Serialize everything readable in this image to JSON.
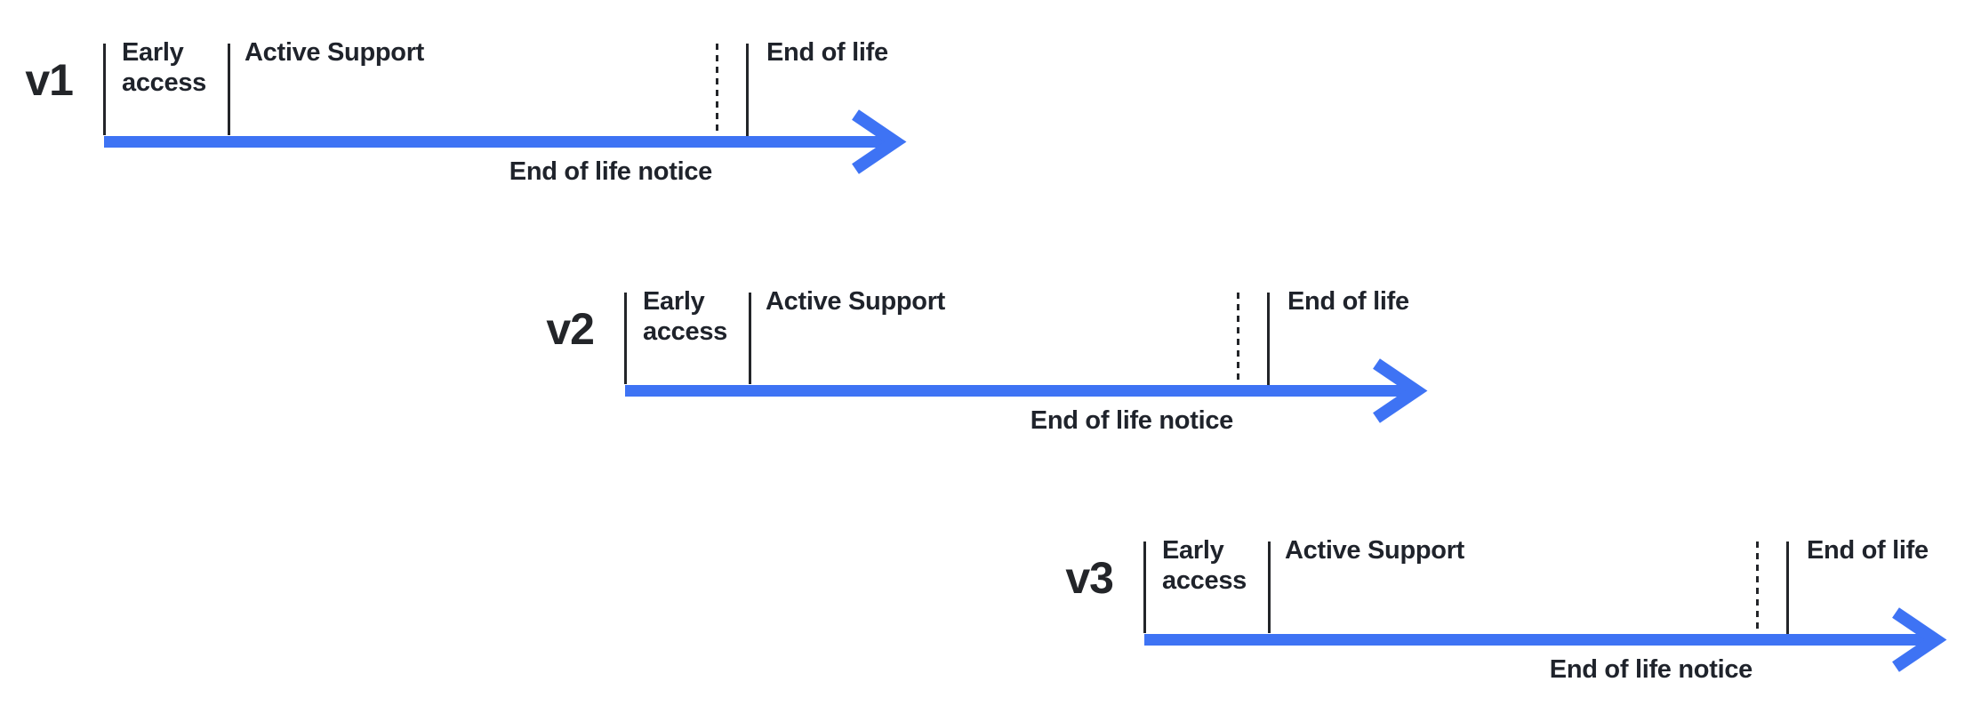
{
  "colors": {
    "arrow_blue": "#3E73F4",
    "line_dark": "#232529",
    "text_dark": "#1F232B"
  },
  "timelines": [
    {
      "version": "v1",
      "labels": {
        "early_access": "Early access",
        "active_support": "Active Support",
        "end_of_life": "End of life",
        "end_of_life_notice": "End of life notice"
      }
    },
    {
      "version": "v2",
      "labels": {
        "early_access": "Early access",
        "active_support": "Active Support",
        "end_of_life": "End of life",
        "end_of_life_notice": "End of life notice"
      }
    },
    {
      "version": "v3",
      "labels": {
        "early_access": "Early access",
        "active_support": "Active Support",
        "end_of_life": "End of life",
        "end_of_life_notice": "End of life notice"
      }
    }
  ]
}
